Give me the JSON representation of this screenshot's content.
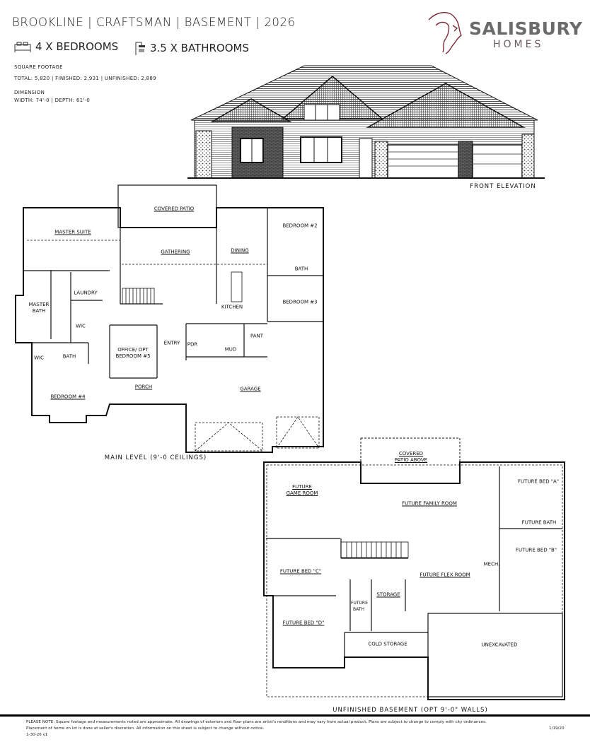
{
  "header": {
    "title": "BROOKLINE | CRAFTSMAN | BASEMENT | 2026",
    "bedrooms": "4 X BEDROOMS",
    "bathrooms": "3.5 X BATHROOMS",
    "sqft_label": "SQUARE FOOTAGE",
    "sqft_values": "TOTAL: 5,820 | FINISHED: 2,931 | UNFINISHED: 2,889",
    "dimension_label": "DIMENSION",
    "dimension_values": "WIDTH: 74'-0 | DEPTH: 61'-0"
  },
  "logo": {
    "name": "SALISBURY",
    "sub": "HOMES",
    "accent": "#7a2a35"
  },
  "elevation": {
    "caption": "FRONT ELEVATION"
  },
  "main_level": {
    "caption": "MAIN LEVEL (9'-0 CEILINGS)",
    "rooms": {
      "covered_patio": "COVERED PATIO",
      "master_suite": "MASTER SUITE",
      "gathering": "GATHERING",
      "dining": "DINING",
      "bedroom2": "BEDROOM #2",
      "bath": "BATH",
      "laundry": "LAUNDRY",
      "master_bath": "MASTER BATH",
      "bedroom3": "BEDROOM #3",
      "kitchen": "KITCHEN",
      "wic": "WIC",
      "pantry": "PANT",
      "entry": "ENTRY",
      "pdr": "PDR",
      "mud": "MUD",
      "office": "OFFICE/ OPT BEDROOM #5",
      "wic2": "WIC",
      "bath2": "BATH",
      "porch": "PORCH",
      "garage": "GARAGE",
      "bedroom4": "BEDROOM #4"
    }
  },
  "basement": {
    "caption": "UNFINISHED BASEMENT (OPT 9'-0\" WALLS)",
    "rooms": {
      "patio_above": "COVERED PATIO ABOVE",
      "game_room": "FUTURE GAME ROOM",
      "family_room": "FUTURE FAMILY ROOM",
      "bed_a": "FUTURE BED \"A\"",
      "future_bath": "FUTURE BATH",
      "bed_b": "FUTURE BED \"B\"",
      "mech": "MECH.",
      "bed_c": "FUTURE BED \"C\"",
      "flex_room": "FUTURE FLEX ROOM",
      "storage": "STORAGE",
      "future_bath2": "FUTURE BATH",
      "bed_d": "FUTURE BED \"D\"",
      "cold_storage": "COLD STORAGE",
      "unexcavated": "UNEXCAVATED"
    }
  },
  "footer": {
    "note_line1": "PLEASE NOTE: Square footage and measurements noted are approximate. All drawings of exteriors and floor plans are artist's renditions and may vary from actual product. Plans are subject to change to comply with city ordinances.",
    "note_line2": "Placement of home on lot is done at seller's discretion. All information on this sheet is subject to change without notice.",
    "version": "1-30-26 v1",
    "date": "1/19/20"
  }
}
